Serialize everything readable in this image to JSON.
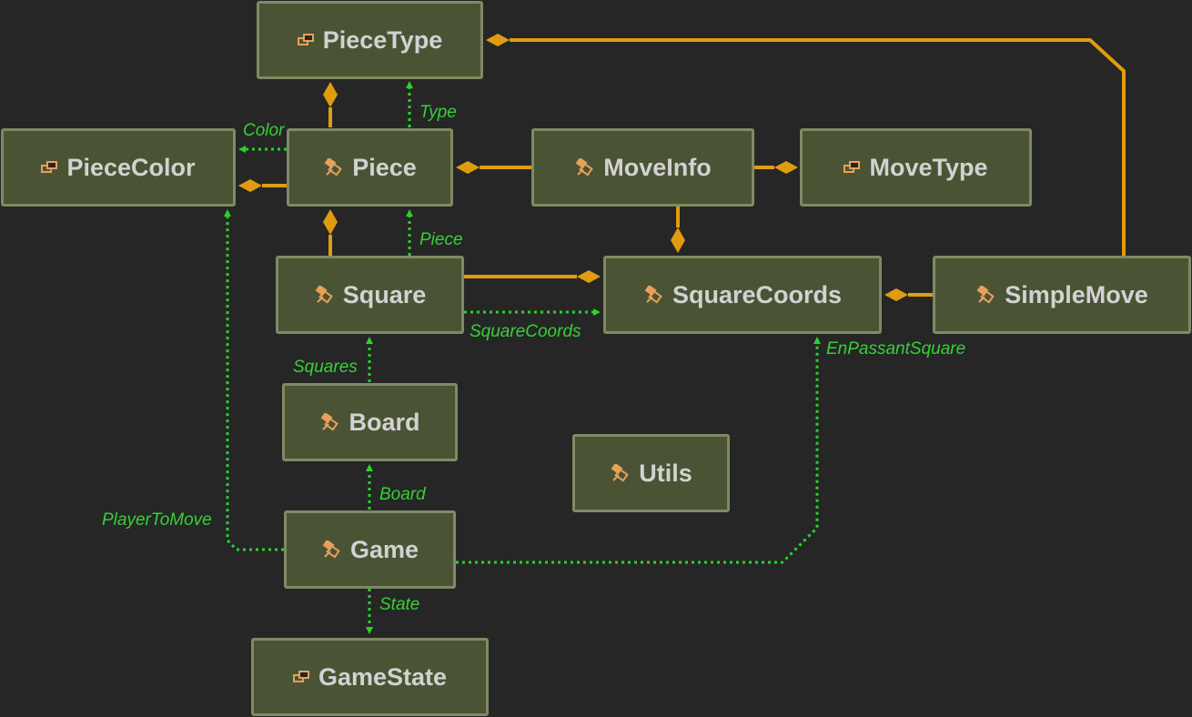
{
  "diagram": {
    "nodes": [
      {
        "id": "PieceType",
        "label": "PieceType",
        "kind": "enum-icon"
      },
      {
        "id": "PieceColor",
        "label": "PieceColor",
        "kind": "enum-icon"
      },
      {
        "id": "Piece",
        "label": "Piece",
        "kind": "class-icon"
      },
      {
        "id": "MoveInfo",
        "label": "MoveInfo",
        "kind": "class-icon"
      },
      {
        "id": "MoveType",
        "label": "MoveType",
        "kind": "enum-icon"
      },
      {
        "id": "Square",
        "label": "Square",
        "kind": "class-icon"
      },
      {
        "id": "SquareCoords",
        "label": "SquareCoords",
        "kind": "class-icon"
      },
      {
        "id": "SimpleMove",
        "label": "SimpleMove",
        "kind": "class-icon"
      },
      {
        "id": "Board",
        "label": "Board",
        "kind": "class-icon"
      },
      {
        "id": "Utils",
        "label": "Utils",
        "kind": "class-icon"
      },
      {
        "id": "Game",
        "label": "Game",
        "kind": "class-icon"
      },
      {
        "id": "GameState",
        "label": "GameState",
        "kind": "enum-icon"
      }
    ],
    "links": [
      {
        "from": "Piece",
        "to": "PieceType",
        "kind": "composition"
      },
      {
        "from": "Piece",
        "to": "PieceType",
        "kind": "dependency",
        "label": "Type"
      },
      {
        "from": "Piece",
        "to": "PieceColor",
        "kind": "dependency",
        "label": "Color"
      },
      {
        "from": "Piece",
        "to": "PieceColor",
        "kind": "composition"
      },
      {
        "from": "MoveInfo",
        "to": "Piece",
        "kind": "composition"
      },
      {
        "from": "MoveInfo",
        "to": "MoveType",
        "kind": "composition"
      },
      {
        "from": "MoveInfo",
        "to": "SquareCoords",
        "kind": "composition"
      },
      {
        "from": "Square",
        "to": "Piece",
        "kind": "composition"
      },
      {
        "from": "Square",
        "to": "Piece",
        "kind": "dependency",
        "label": "Piece"
      },
      {
        "from": "Square",
        "to": "SquareCoords",
        "kind": "composition"
      },
      {
        "from": "Square",
        "to": "SquareCoords",
        "kind": "dependency",
        "label": "SquareCoords"
      },
      {
        "from": "SimpleMove",
        "to": "SquareCoords",
        "kind": "composition"
      },
      {
        "from": "SimpleMove",
        "to": "PieceType",
        "kind": "composition"
      },
      {
        "from": "Board",
        "to": "Square",
        "kind": "dependency",
        "label": "Squares"
      },
      {
        "from": "Game",
        "to": "Board",
        "kind": "dependency",
        "label": "Board"
      },
      {
        "from": "Game",
        "to": "PieceColor",
        "kind": "dependency",
        "label": "PlayerToMove"
      },
      {
        "from": "Game",
        "to": "SquareCoords",
        "kind": "dependency",
        "label": "EnPassantSquare"
      },
      {
        "from": "Game",
        "to": "GameState",
        "kind": "dependency",
        "label": "State"
      }
    ]
  },
  "colors": {
    "background": "#262626",
    "node_fill": "#4a5435",
    "node_border": "#7f8a63",
    "node_text": "#d2d2d2",
    "composition": "#e09c10",
    "dependency": "#28d428",
    "dependency_label": "#37d037",
    "icon_orange": "#e8a05a"
  }
}
